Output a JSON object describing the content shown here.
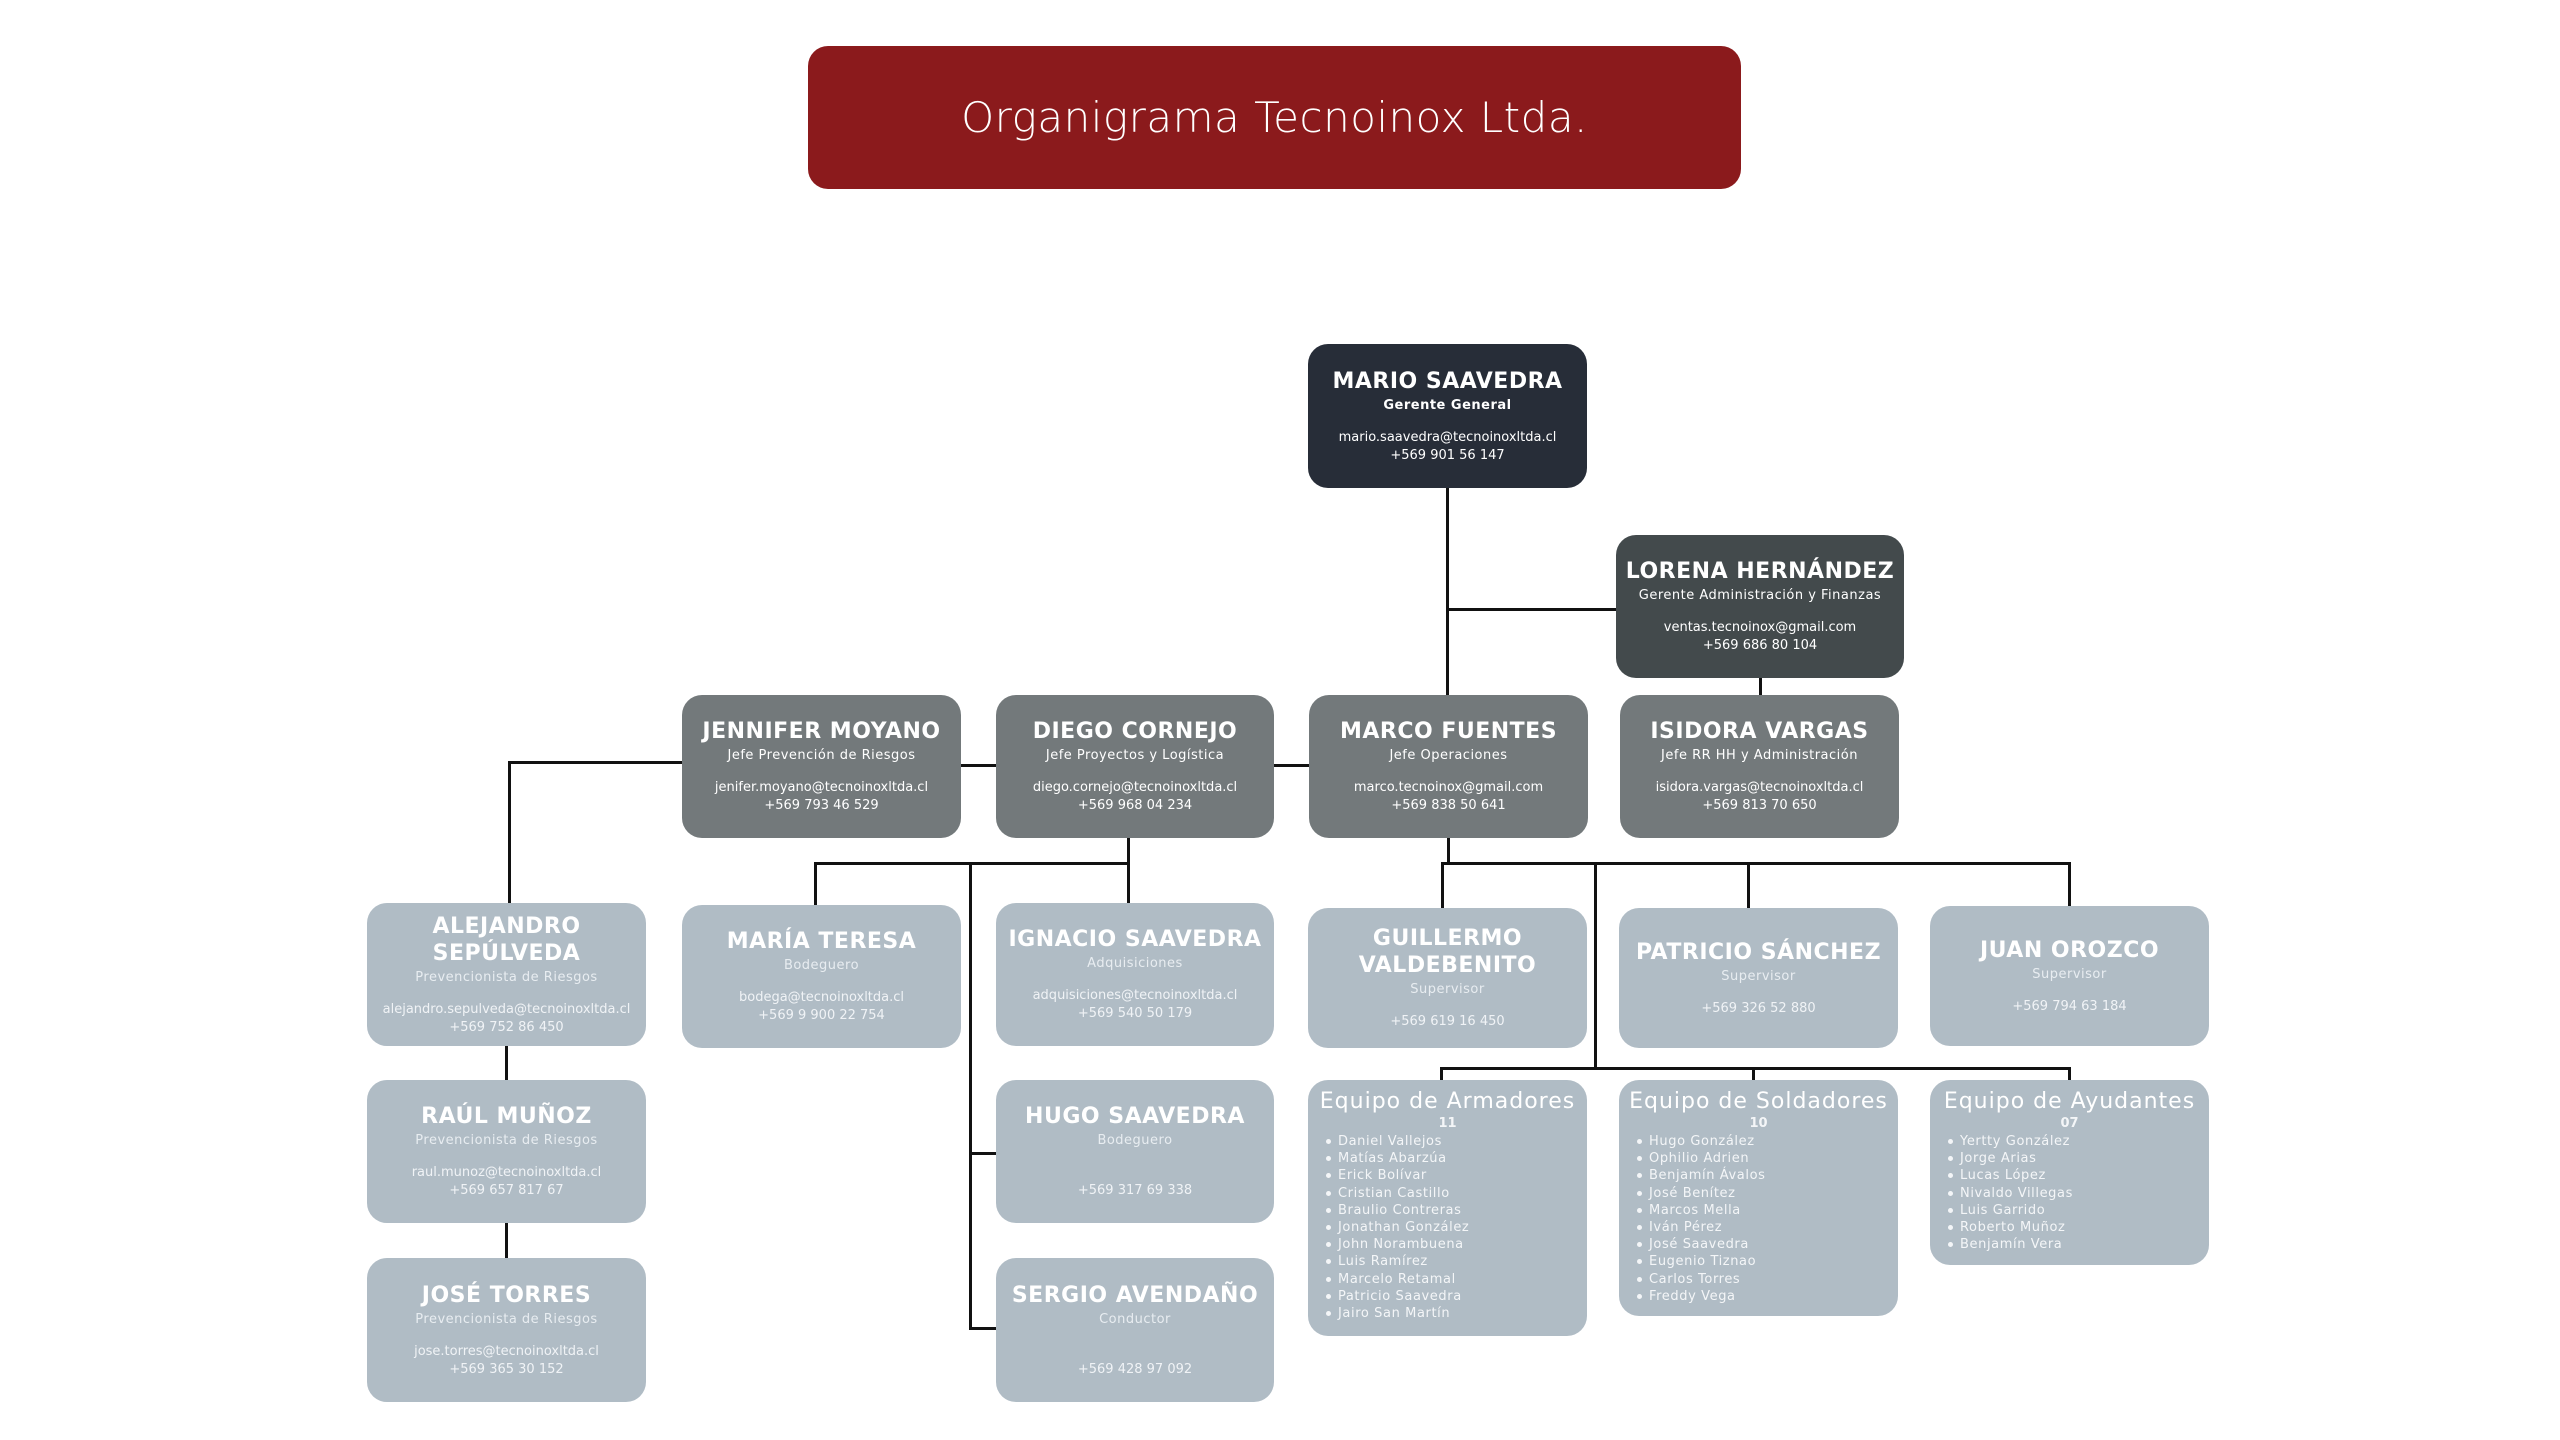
{
  "title": "Organigrama Tecnoinox Ltda.",
  "people": {
    "mario": {
      "name": "MARIO SAAVEDRA",
      "role": "Gerente General",
      "email": "mario.saavedra@tecnoinoxltda.cl",
      "phone": "+569 901 56 147"
    },
    "lorena": {
      "name": "LORENA HERNÁNDEZ",
      "role": "Gerente Administración y Finanzas",
      "email": "ventas.tecnoinox@gmail.com",
      "phone": "+569 686 80 104"
    },
    "jennifer": {
      "name": "JENNIFER MOYANO",
      "role": "Jefe Prevención de Riesgos",
      "email": "jenifer.moyano@tecnoinoxltda.cl",
      "phone": "+569 793 46 529"
    },
    "diego": {
      "name": "DIEGO CORNEJO",
      "role": "Jefe Proyectos y Logística",
      "email": "diego.cornejo@tecnoinoxltda.cl",
      "phone": "+569 968 04 234"
    },
    "marco": {
      "name": "MARCO FUENTES",
      "role": "Jefe Operaciones",
      "email": "marco.tecnoinox@gmail.com",
      "phone": "+569 838 50 641"
    },
    "isidora": {
      "name": "ISIDORA VARGAS",
      "role": "Jefe RR HH y Administración",
      "email": "isidora.vargas@tecnoinoxltda.cl",
      "phone": "+569 813 70 650"
    },
    "alejandro": {
      "name": "ALEJANDRO SEPÚLVEDA",
      "role": "Prevencionista de Riesgos",
      "email": "alejandro.sepulveda@tecnoinoxltda.cl",
      "phone": "+569 752 86 450"
    },
    "raul": {
      "name": "RAÚL MUÑOZ",
      "role": "Prevencionista de Riesgos",
      "email": "raul.munoz@tecnoinoxltda.cl",
      "phone": "+569 657 817 67"
    },
    "jose": {
      "name": "JOSÉ TORRES",
      "role": "Prevencionista de Riesgos",
      "email": "jose.torres@tecnoinoxltda.cl",
      "phone": "+569 365 30 152"
    },
    "maria": {
      "name": "MARÍA TERESA",
      "role": "Bodeguero",
      "email": "bodega@tecnoinoxltda.cl",
      "phone": "+569 9 900 22 754"
    },
    "ignacio": {
      "name": "IGNACIO SAAVEDRA",
      "role": "Adquisiciones",
      "email": "adquisiciones@tecnoinoxltda.cl",
      "phone": "+569 540 50 179"
    },
    "hugo": {
      "name": "HUGO SAAVEDRA",
      "role": "Bodeguero",
      "phone": "+569 317 69 338"
    },
    "sergio": {
      "name": "SERGIO AVENDAÑO",
      "role": "Conductor",
      "phone": "+569 428 97 092"
    },
    "guillermo": {
      "name": "GUILLERMO VALDEBENITO",
      "name_line1": "GUILLERMO",
      "name_line2": "VALDEBENITO",
      "role": "Supervisor",
      "phone": "+569 619 16 450"
    },
    "patricio": {
      "name": "PATRICIO SÁNCHEZ",
      "role": "Supervisor",
      "phone": "+569 326 52 880"
    },
    "juan": {
      "name": "JUAN OROZCO",
      "role": "Supervisor",
      "phone": "+569 794 63 184"
    }
  },
  "teams": [
    {
      "title": "Equipo de Armadores",
      "count": "11",
      "members": [
        "Daniel Vallejos",
        "Matías Abarzúa",
        "Erick Bolívar",
        "Cristian Castillo",
        "Braulio Contreras",
        "Jonathan González",
        "John Norambuena",
        "Luis Ramírez",
        "Marcelo Retamal",
        "Patricio Saavedra",
        "Jairo San Martín"
      ]
    },
    {
      "title": "Equipo de Soldadores",
      "count": "10",
      "members": [
        "Hugo González",
        "Ophilio Adrien",
        "Benjamín Ávalos",
        "José Benítez",
        "Marcos Mella",
        "Iván Pérez",
        "José Saavedra",
        "Eugenio Tiznao",
        "Carlos Torres",
        "Freddy Vega"
      ]
    },
    {
      "title": "Equipo de Ayudantes",
      "count": "07",
      "members": [
        "Yertty González",
        "Jorge Arias",
        "Lucas López",
        "Nivaldo Villegas",
        "Luis Garrido",
        "Roberto Muñoz",
        "Benjamín Vera"
      ]
    }
  ],
  "colors": {
    "title_bg": "#8b1a1c",
    "general_manager": "#272d38",
    "admin_manager": "#434a4c",
    "department_head": "#73797b",
    "staff": "#b0bcc5",
    "connector": "#111111"
  }
}
